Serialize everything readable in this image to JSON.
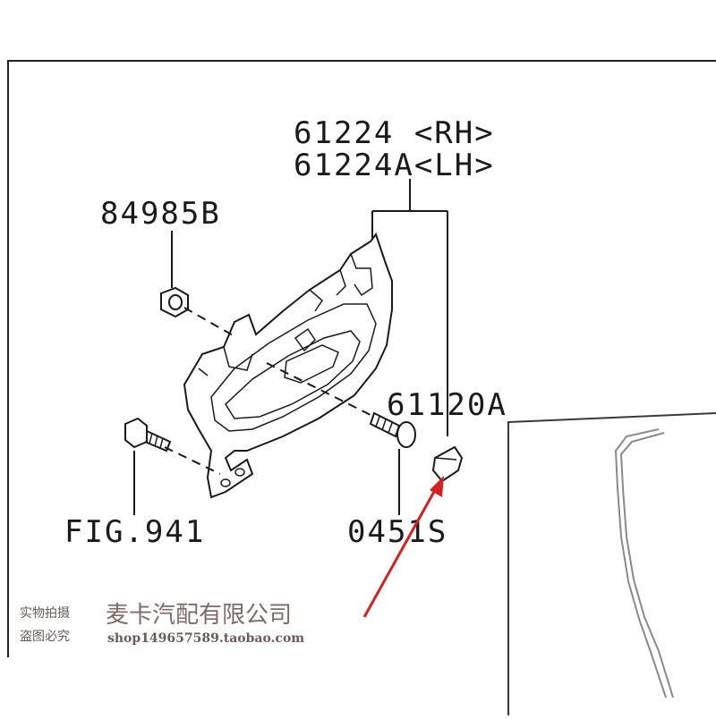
{
  "labels": {
    "rh_part": "61224 <RH>",
    "lh_part": "61224A<LH>",
    "nut_part": "84985B",
    "fig_ref": "FIG.941",
    "clip_part": "61120A",
    "screw_part": "0451S"
  },
  "watermark": {
    "line1": "实物拍摄",
    "line2": "盗图必究",
    "company": "麦卡汽配有限公司",
    "shop_url": "shop149657589.taobao.com"
  },
  "colors": {
    "line": "#1a1a1a",
    "arrow": "#d42020",
    "watermark": "#7f6a6a"
  }
}
